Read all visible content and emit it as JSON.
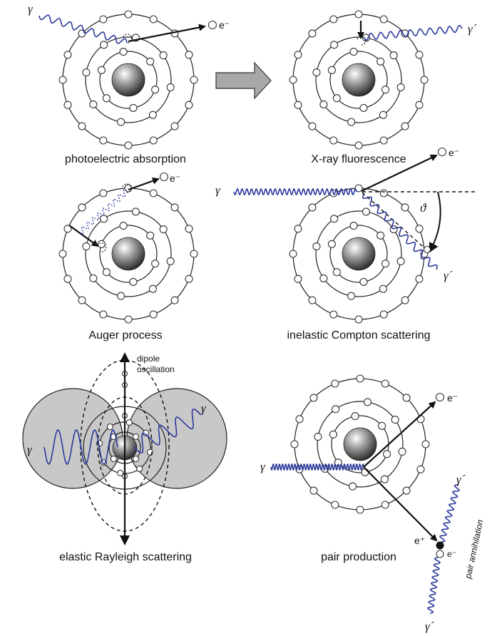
{
  "colors": {
    "wave": "#2c3a9c",
    "lobe": "#c8c8c8",
    "arrow": "#a8a8a8"
  },
  "panels": {
    "photoelectric": {
      "caption": "photoelectric absorption",
      "gamma": "γ",
      "electron": "e⁻"
    },
    "fluorescence": {
      "caption": "X-ray fluorescence",
      "gamma_prime": "γ´"
    },
    "auger": {
      "caption": "Auger process",
      "electron": "e⁻"
    },
    "compton": {
      "caption": "inelastic Compton scattering",
      "gamma": "γ",
      "gamma_prime": "γ´",
      "electron": "e⁻",
      "angle": "ϑ"
    },
    "rayleigh": {
      "caption": "elastic Rayleigh scattering",
      "dipole_line1": "dipole",
      "dipole_line2": "oscillation",
      "gamma_in": "γ",
      "gamma_out": "γ"
    },
    "pair": {
      "caption": "pair production",
      "gamma": "γ",
      "electron": "e⁻",
      "positron": "e⁺",
      "electron2": "e⁻",
      "annihilation": "pair annihilation",
      "gamma_prime_top": "γ´",
      "gamma_prime_bottom": "γ´"
    }
  }
}
